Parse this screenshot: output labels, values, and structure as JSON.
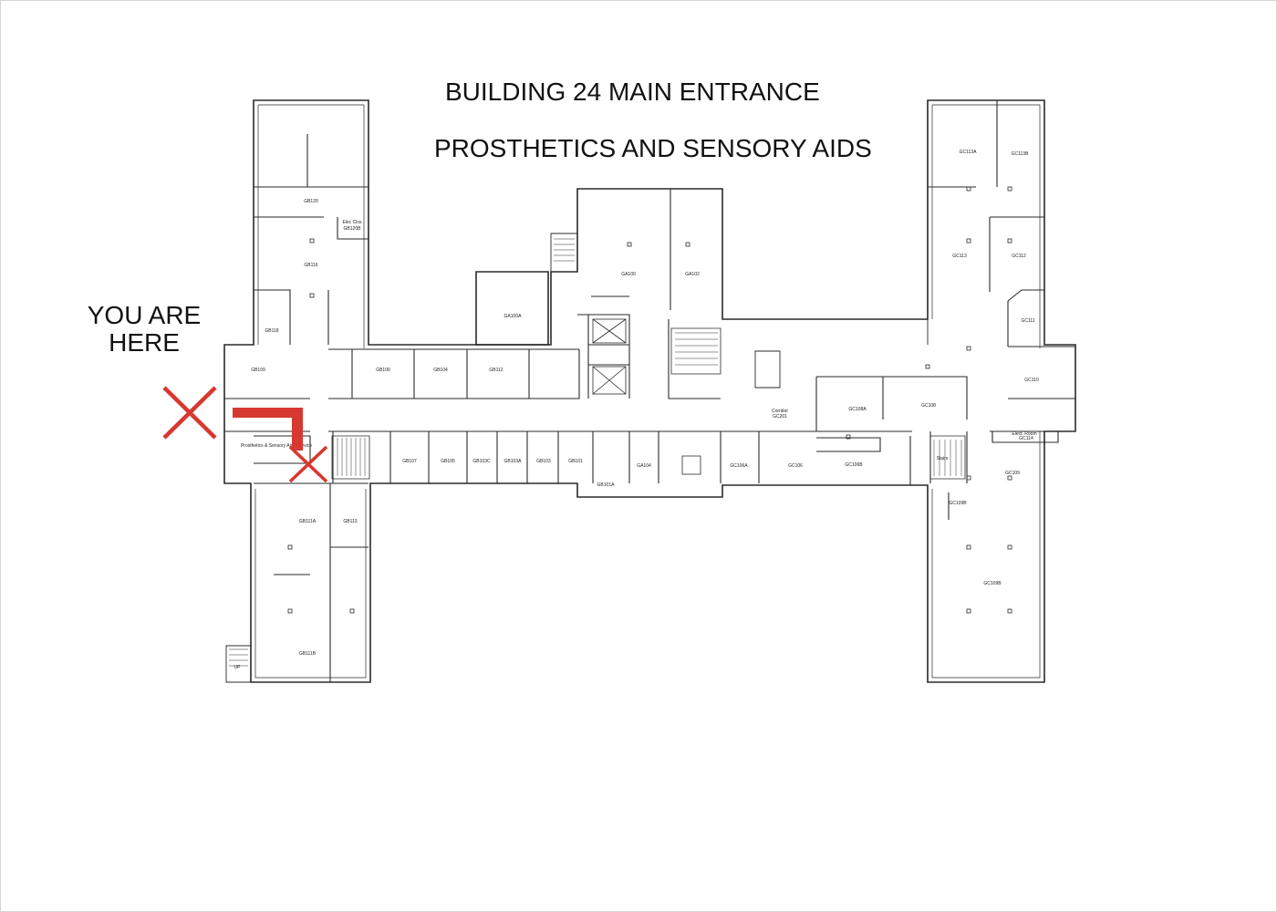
{
  "titles": {
    "line1": "BUILDING 24 MAIN ENTRANCE",
    "line2": "PROSTHETICS AND SENSORY AIDS"
  },
  "you_are_here": {
    "line1": "YOU ARE",
    "line2": "HERE"
  },
  "colors": {
    "marker": "#d7382f",
    "wall": "#2a2a2a",
    "background": "#ffffff"
  },
  "rooms": [
    {
      "id": "gb120",
      "text": "GB120"
    },
    {
      "id": "gb120b",
      "text": "GB120B"
    },
    {
      "id": "elec-clos",
      "text": "Elec Clos"
    },
    {
      "id": "gb116",
      "text": "GB116"
    },
    {
      "id": "gb118",
      "text": "GB118"
    },
    {
      "id": "gb109",
      "text": "GB109"
    },
    {
      "id": "prosthetics",
      "text": "Prosthetics & Sensory Aids Service"
    },
    {
      "id": "gb111a",
      "text": "GB111A"
    },
    {
      "id": "gb113",
      "text": "GB113"
    },
    {
      "id": "gb111b",
      "text": "GB111B"
    },
    {
      "id": "gb100",
      "text": "GB100"
    },
    {
      "id": "gb104",
      "text": "GB104"
    },
    {
      "id": "gb112",
      "text": "GB112"
    },
    {
      "id": "ga100a",
      "text": "GA100A"
    },
    {
      "id": "ga100",
      "text": "GA100"
    },
    {
      "id": "ga102",
      "text": "GA102"
    },
    {
      "id": "gb107",
      "text": "GB107"
    },
    {
      "id": "gb105",
      "text": "GB105"
    },
    {
      "id": "gb103c",
      "text": "GB103C"
    },
    {
      "id": "gb103a",
      "text": "GB103A"
    },
    {
      "id": "gb103",
      "text": "GB103"
    },
    {
      "id": "gb101",
      "text": "GB101"
    },
    {
      "id": "gb101a",
      "text": "GB101A"
    },
    {
      "id": "ga104",
      "text": "GA104"
    },
    {
      "id": "gc106a",
      "text": "GC106A"
    },
    {
      "id": "gc106",
      "text": "GC106"
    },
    {
      "id": "gc106b",
      "text": "GC106B"
    },
    {
      "id": "gc108a",
      "text": "GC108A"
    },
    {
      "id": "gc108",
      "text": "GC108"
    },
    {
      "id": "corridor",
      "text": "Corridor"
    },
    {
      "id": "gc201",
      "text": "GC201"
    },
    {
      "id": "stairs",
      "text": "Stairs"
    },
    {
      "id": "gc113a",
      "text": "GC113A"
    },
    {
      "id": "gc113b",
      "text": "GC113B"
    },
    {
      "id": "gc113",
      "text": "GC113"
    },
    {
      "id": "gc112",
      "text": "GC112"
    },
    {
      "id": "gc111",
      "text": "GC111"
    },
    {
      "id": "gc110",
      "text": "GC110"
    },
    {
      "id": "elect-room",
      "text": "Elect. Room"
    },
    {
      "id": "gc114",
      "text": "GC114"
    },
    {
      "id": "gc109",
      "text": "GC109"
    },
    {
      "id": "gc109b-small",
      "text": "GC109B"
    },
    {
      "id": "gc109b",
      "text": "GC109B"
    },
    {
      "id": "up",
      "text": "UP"
    }
  ]
}
